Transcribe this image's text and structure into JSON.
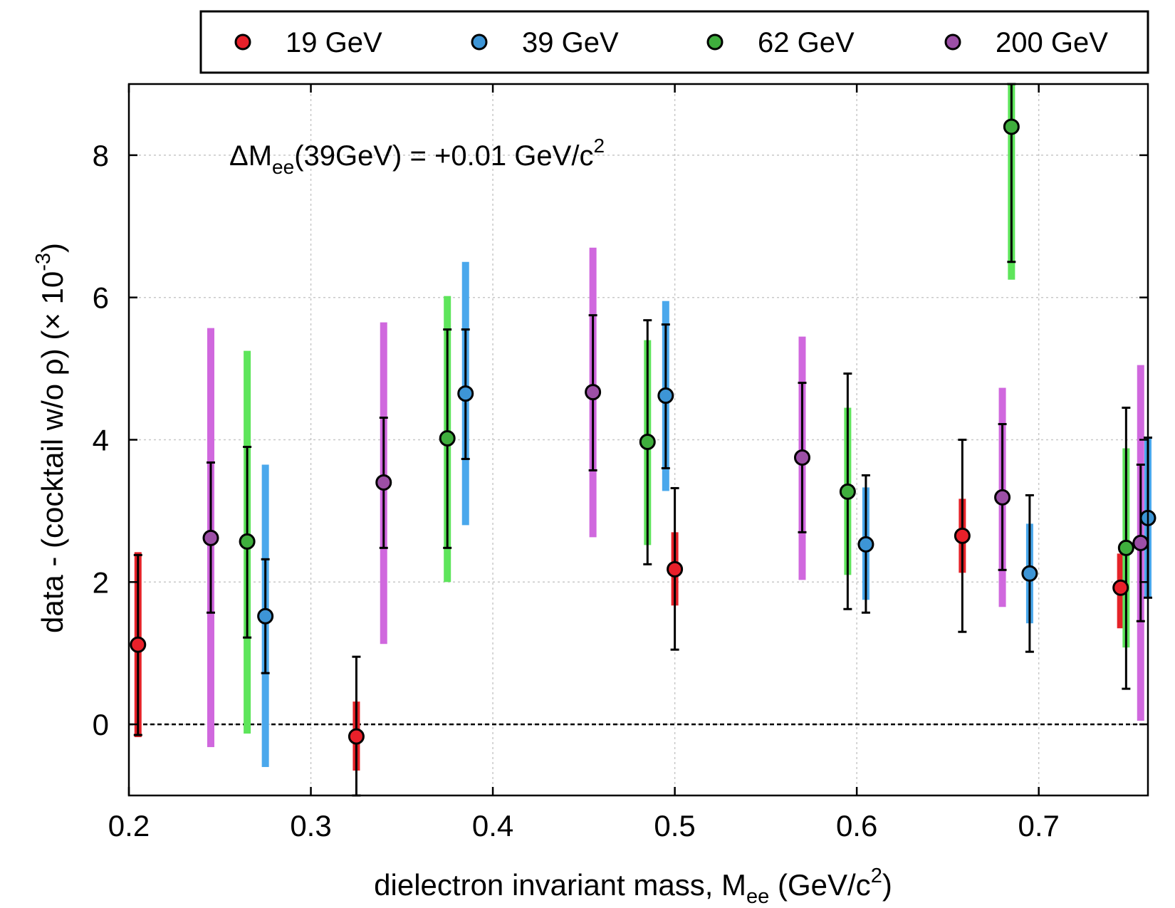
{
  "chart_data": {
    "type": "scatter",
    "xlabel": {
      "main": "dielectron invariant mass, M",
      "sub": "ee",
      "tail": " (GeV/c",
      "sup": "2",
      "end": ")"
    },
    "ylabel": {
      "main": "data - (cocktail w/o ρ) (× 10",
      "sup": "-3",
      "end": ")"
    },
    "xlim": [
      0.2,
      0.76
    ],
    "ylim": [
      -1,
      9
    ],
    "xticks": [
      0.2,
      0.3,
      0.4,
      0.5,
      0.6,
      0.7
    ],
    "xtick_labels": [
      "0.2",
      "0.3",
      "0.4",
      "0.5",
      "0.6",
      "0.7"
    ],
    "yticks": [
      0,
      2,
      4,
      6,
      8
    ],
    "ytick_labels": [
      "0",
      "2",
      "4",
      "6",
      "8"
    ],
    "grid": true,
    "zero_line": true,
    "legend_placement": "top, above plot",
    "annotation": {
      "delta": "ΔM",
      "sub": "ee",
      "main": "(39GeV) = +0.01 GeV/c",
      "sup": "2"
    },
    "series": [
      {
        "name": "19 GeV",
        "color": "#e8202a",
        "sys_color": "#e52228",
        "points": [
          {
            "x": 0.205,
            "y": 1.12,
            "stat": [
              -0.15,
              2.38
            ],
            "sys": [
              -0.18,
              2.42
            ]
          },
          {
            "x": 0.325,
            "y": -0.17,
            "stat": [
              -1.0,
              0.95
            ],
            "sys": [
              -0.65,
              0.32
            ]
          },
          {
            "x": 0.5,
            "y": 2.18,
            "stat": [
              1.05,
              3.32
            ],
            "sys": [
              1.67,
              2.7
            ]
          },
          {
            "x": 0.658,
            "y": 2.65,
            "stat": [
              1.3,
              4.0
            ],
            "sys": [
              2.13,
              3.17
            ]
          },
          {
            "x": 0.745,
            "y": 1.92,
            "stat": null,
            "sys": [
              1.35,
              2.4
            ]
          }
        ]
      },
      {
        "name": "39 GeV",
        "color": "#3d95d6",
        "sys_color": "#4aa8ec",
        "points": [
          {
            "x": 0.275,
            "y": 1.52,
            "stat": [
              0.72,
              2.32
            ],
            "sys": [
              -0.6,
              3.65
            ]
          },
          {
            "x": 0.385,
            "y": 4.65,
            "stat": [
              3.73,
              5.55
            ],
            "sys": [
              2.8,
              6.5
            ]
          },
          {
            "x": 0.495,
            "y": 4.62,
            "stat": [
              3.6,
              5.62
            ],
            "sys": [
              3.28,
              5.95
            ]
          },
          {
            "x": 0.605,
            "y": 2.53,
            "stat": [
              1.57,
              3.5
            ],
            "sys": [
              1.75,
              3.33
            ]
          },
          {
            "x": 0.695,
            "y": 2.12,
            "stat": [
              1.02,
              3.22
            ],
            "sys": [
              1.42,
              2.82
            ]
          },
          {
            "x": 0.76,
            "y": 2.9,
            "stat": [
              1.78,
              4.03
            ],
            "sys": [
              1.78,
              4.03
            ]
          }
        ]
      },
      {
        "name": "62 GeV",
        "color": "#3fae3d",
        "sys_color": "#5ee55b",
        "points": [
          {
            "x": 0.265,
            "y": 2.57,
            "stat": [
              1.22,
              3.9
            ],
            "sys": [
              -0.13,
              5.25
            ]
          },
          {
            "x": 0.375,
            "y": 4.02,
            "stat": [
              2.48,
              5.55
            ],
            "sys": [
              2.0,
              6.02
            ]
          },
          {
            "x": 0.485,
            "y": 3.97,
            "stat": [
              2.25,
              5.68
            ],
            "sys": [
              2.52,
              5.4
            ]
          },
          {
            "x": 0.595,
            "y": 3.27,
            "stat": [
              1.62,
              4.93
            ],
            "sys": [
              2.1,
              4.45
            ]
          },
          {
            "x": 0.685,
            "y": 8.4,
            "stat": [
              6.5,
              9.0
            ],
            "sys": [
              6.25,
              9.0
            ]
          },
          {
            "x": 0.748,
            "y": 2.48,
            "stat": [
              0.5,
              4.45
            ],
            "sys": [
              1.08,
              3.88
            ]
          }
        ]
      },
      {
        "name": "200 GeV",
        "color": "#9c4fa6",
        "sys_color": "#d068de",
        "points": [
          {
            "x": 0.245,
            "y": 2.62,
            "stat": [
              1.57,
              3.68
            ],
            "sys": [
              -0.32,
              5.57
            ]
          },
          {
            "x": 0.34,
            "y": 3.4,
            "stat": [
              2.48,
              4.31
            ],
            "sys": [
              1.13,
              5.65
            ]
          },
          {
            "x": 0.455,
            "y": 4.67,
            "stat": [
              3.57,
              5.75
            ],
            "sys": [
              2.63,
              6.7
            ]
          },
          {
            "x": 0.57,
            "y": 3.75,
            "stat": [
              2.7,
              4.8
            ],
            "sys": [
              2.03,
              5.45
            ]
          },
          {
            "x": 0.68,
            "y": 3.19,
            "stat": [
              2.17,
              4.22
            ],
            "sys": [
              1.65,
              4.73
            ]
          },
          {
            "x": 0.756,
            "y": 2.55,
            "stat": [
              1.45,
              3.65
            ],
            "sys": [
              0.05,
              5.05
            ]
          }
        ]
      }
    ]
  }
}
